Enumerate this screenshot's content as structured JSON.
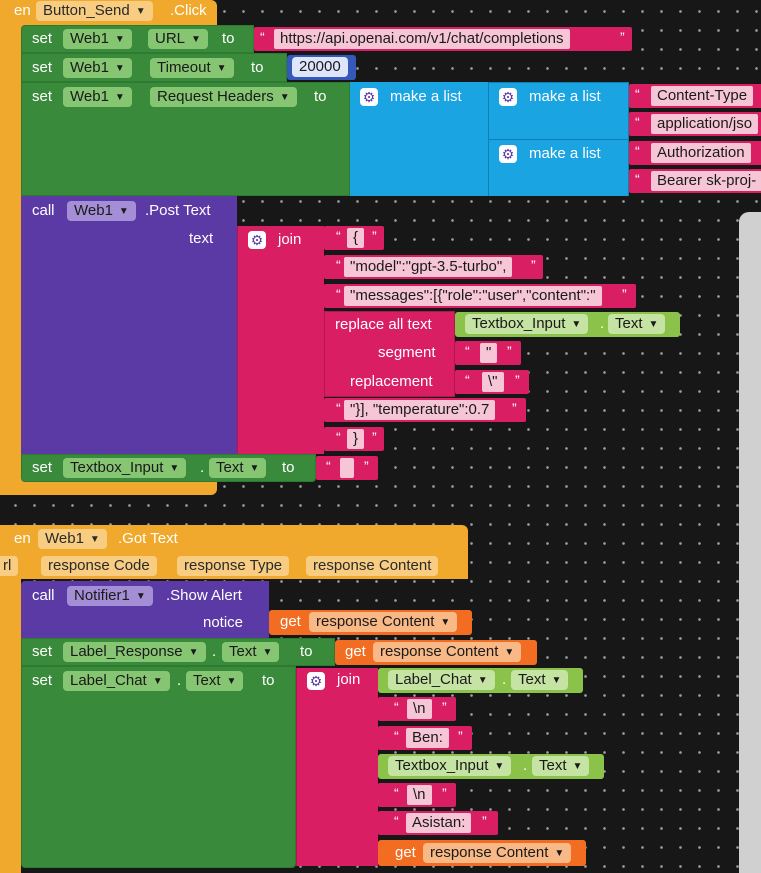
{
  "event1": {
    "prefix": "en",
    "component": "Button_Send",
    "event": ".Click"
  },
  "url_row": {
    "set": "set",
    "component": "Web1",
    "prop": "URL",
    "to": "to",
    "value": "https://api.openai.com/v1/chat/completions"
  },
  "timeout_row": {
    "set": "set",
    "component": "Web1",
    "prop": "Timeout",
    "to": "to",
    "value": "20000"
  },
  "headers_row": {
    "set": "set",
    "component": "Web1",
    "prop": "Request Headers",
    "to": "to"
  },
  "make_list": "make a list",
  "headers": [
    {
      "key": "Content-Type",
      "value": "application/jso"
    },
    {
      "key": "Authorization",
      "value": "Bearer sk-proj-"
    }
  ],
  "post_call": {
    "call": "call",
    "component": "Web1",
    "method": ".Post Text",
    "param": "text"
  },
  "join": "join",
  "post_parts": {
    "p1": "{",
    "p2": "\"model\":\"gpt-3.5-turbo\",",
    "p3": "\"messages\":[{\"role\":\"user\",\"content\":\"",
    "p4": "\"}], \"temperature\":0.7",
    "p5": "}"
  },
  "replace": {
    "label": "replace all text",
    "component": "Textbox_Input",
    "prop": "Text",
    "segment_label": "segment",
    "segment_value": "\"",
    "replacement_label": "replacement",
    "replacement_value": "\\\""
  },
  "clear_row": {
    "set": "set",
    "component": "Textbox_Input",
    "prop": "Text",
    "to": "to"
  },
  "event2": {
    "prefix": "en",
    "component": "Web1",
    "event": ".Got Text",
    "params": [
      "rl",
      "response Code",
      "response Type",
      "response Content"
    ]
  },
  "alert": {
    "call": "call",
    "component": "Notifier1",
    "method": ".Show Alert",
    "param": "notice"
  },
  "get_label": "get",
  "response_content": "response Content",
  "label_response_row": {
    "set": "set",
    "component": "Label_Response",
    "prop": "Text",
    "to": "to"
  },
  "label_chat_row": {
    "set": "set",
    "component": "Label_Chat",
    "prop": "Text",
    "to": "to"
  },
  "chat_join": {
    "label_chat": "Label_Chat",
    "text": "Text",
    "nl1": "\\n",
    "ben": "Ben:",
    "textbox": "Textbox_Input",
    "nl2": "\\n",
    "asistan": "Asistan:"
  },
  "colors": {
    "event": "#f0a92c",
    "setter": "#3a8a3c",
    "call": "#5b3aa6",
    "text": "#d91e63",
    "list": "#1ba4e2",
    "number": "#3559b8",
    "getter": "#f26d21",
    "component_getter": "#8bc34a",
    "canvas": "#171717"
  }
}
